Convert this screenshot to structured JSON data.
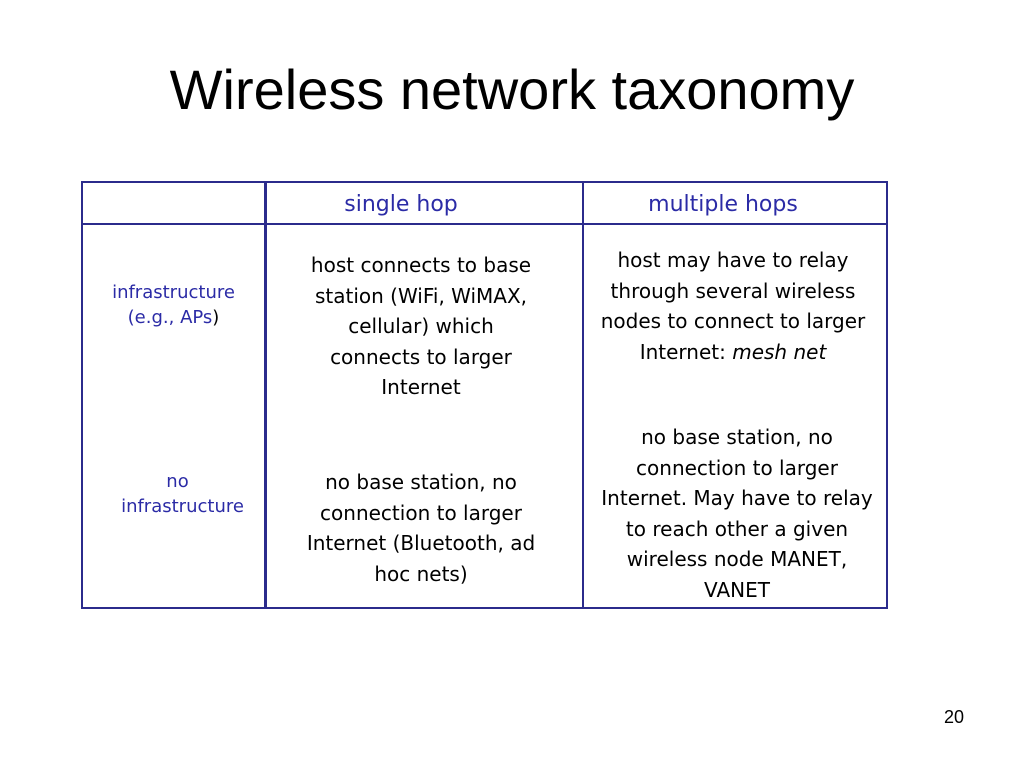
{
  "slide": {
    "title": "Wireless network taxonomy",
    "number": "20"
  },
  "table": {
    "headers": {
      "col1": "single hop",
      "col2": "multiple hops"
    },
    "rows": [
      {
        "label_line1": "infrastructure",
        "label_line2a": "(e.g., APs",
        "label_line2b": ")",
        "single_hop": "host connects to base station (WiFi, WiMAX, cellular) which connects to larger Internet",
        "multiple_hops": "host may have to relay through several wireless nodes to connect to larger Internet:",
        "multiple_hops_em": "mesh net"
      },
      {
        "label_line1": "no",
        "label_line2": "infrastructure",
        "single_hop": "no base station, no connection to larger Internet (Bluetooth, ad hoc nets)",
        "multiple_hops": "no base station, no connection to larger Internet. May have to relay to reach other a given wireless node MANET, VANET"
      }
    ]
  },
  "colors": {
    "border": "#2b2b8c",
    "header_text": "#2b2ba6",
    "body_text": "#000000"
  }
}
